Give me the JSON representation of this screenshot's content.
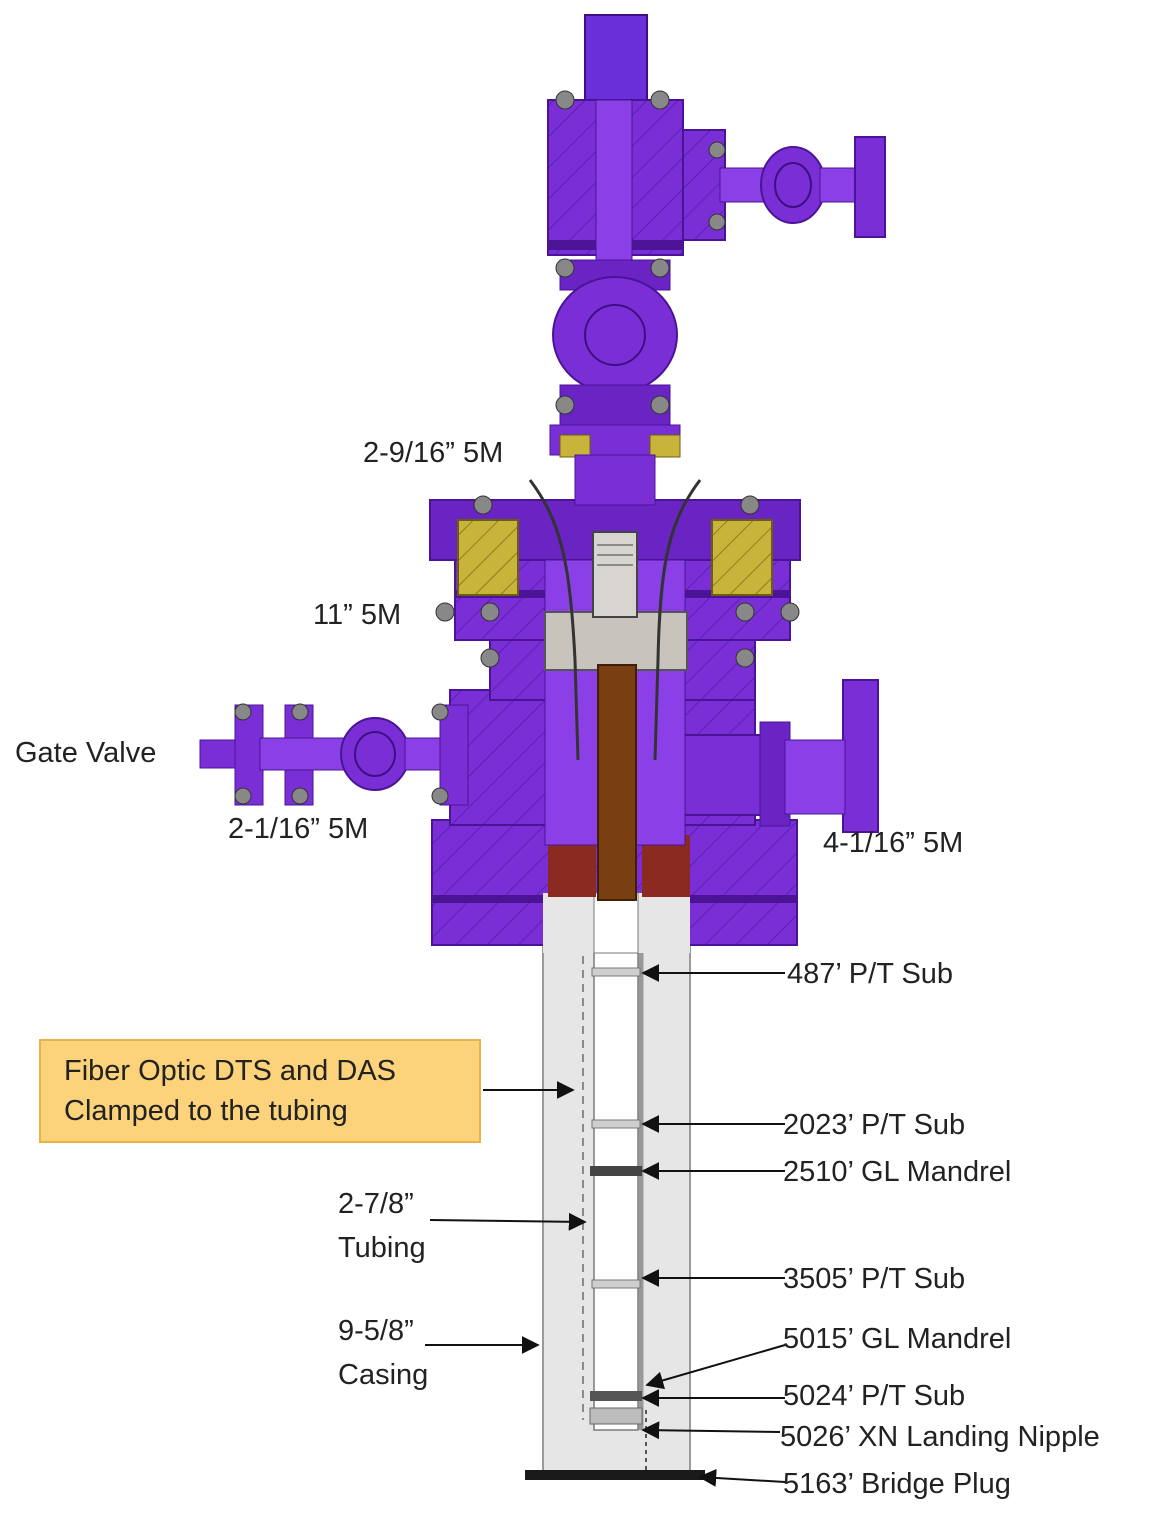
{
  "colors": {
    "wellhead": "#7a2fd6",
    "wellhead_dark": "#4b1497",
    "wellhead_light": "#9a5cf0",
    "gasket_yellow": "#c8b43a",
    "seal_red": "#8a2a20",
    "tubing_brown": "#7a3f10",
    "hanger_gray": "#c9c3bd",
    "casing_gray": "#e6e6e6",
    "callout_fill": "#fcd27a",
    "callout_border": "#e8b24a"
  },
  "labels": {
    "flange_upper": "2-9/16” 5M",
    "flange_main": "11” 5M",
    "gate_valve": "Gate Valve",
    "flange_left": "2-1/16” 5M",
    "flange_right": "4-1/16” 5M",
    "tubing_line1": "2-7/8”",
    "tubing_line2": "Tubing",
    "casing_line1": "9-5/8”",
    "casing_line2": "Casing"
  },
  "callout": {
    "line1": "Fiber Optic DTS and DAS",
    "line2": "Clamped to the tubing"
  },
  "downhole": [
    {
      "label": "487’ P/T Sub"
    },
    {
      "label": "2023’ P/T Sub"
    },
    {
      "label": "2510’ GL Mandrel"
    },
    {
      "label": "3505’ P/T Sub"
    },
    {
      "label": "5015’ GL Mandrel"
    },
    {
      "label": "5024’ P/T Sub"
    },
    {
      "label": "5026’ XN Landing Nipple"
    },
    {
      "label": "5163’ Bridge Plug"
    }
  ]
}
